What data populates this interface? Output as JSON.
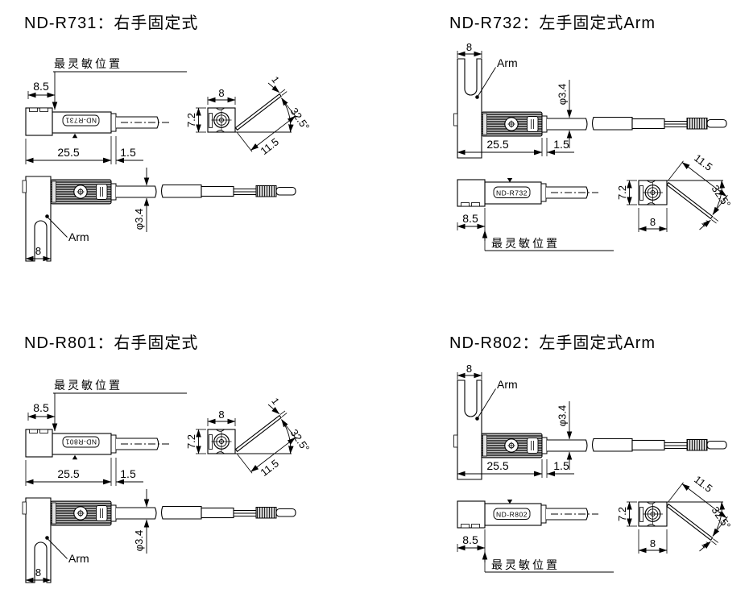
{
  "diagrams": [
    {
      "title": "ND-R731：右手固定式",
      "model": "ND-R731",
      "hand": "right"
    },
    {
      "title": "ND-R732：左手固定式Arm",
      "model": "ND-R732",
      "hand": "left"
    },
    {
      "title": "ND-R801：右手固定式",
      "model": "ND-R801",
      "hand": "right"
    },
    {
      "title": "ND-R802：左手固定式Arm",
      "model": "ND-R802",
      "hand": "left"
    }
  ],
  "labels": {
    "sensitive_position": "最灵敏位置",
    "arm": "Arm"
  },
  "dimensions_mm": {
    "mount_face_width": "8.5",
    "body_length": "25.5",
    "body_step": "1.5",
    "arm_slot_width": "8",
    "clamp_height": "7.2",
    "clamp_width": "8",
    "arm_thickness": "1",
    "arm_angle": "32.5°",
    "arm_length": "11.5",
    "cable_diameter": "φ3.4"
  },
  "colors": {
    "line": "#000000",
    "background": "#ffffff",
    "body_fill": "#c2c2c2"
  }
}
